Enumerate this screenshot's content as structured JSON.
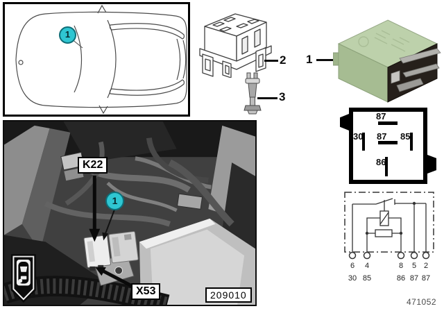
{
  "car_locator": {
    "callout_label": "1"
  },
  "parts_legend": {
    "relay_item": "1",
    "socket_item": "2",
    "clip_item": "3"
  },
  "photo": {
    "relay_code": "K22",
    "connector_code": "X53",
    "photo_number": "209010",
    "callout_label": "1"
  },
  "pin_diagram": {
    "pin_top": "87",
    "pin_left": "30",
    "pin_center": "87",
    "pin_right": "85",
    "pin_bottom": "86"
  },
  "schematic": {
    "terminals": [
      {
        "number": "6",
        "pin": "30"
      },
      {
        "number": "4",
        "pin": "85"
      },
      {
        "number": "8",
        "pin": "86"
      },
      {
        "number": "5",
        "pin": "87"
      },
      {
        "number": "2",
        "pin": "87"
      }
    ]
  },
  "footer": {
    "diagram_number": "471052"
  },
  "colors": {
    "callout_cyan": "#2fc6d2",
    "relay_green_top": "#bdd1ab",
    "relay_green_side": "#a6bc92"
  }
}
